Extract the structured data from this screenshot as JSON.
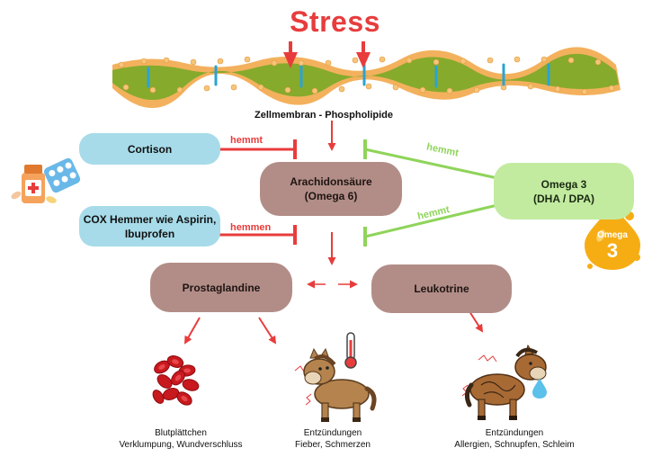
{
  "title": "Stress",
  "membrane_label": "Zellmembran - Phospholipide",
  "nodes": {
    "cortison": "Cortison",
    "cox_line1": "COX Hemmer wie Aspirin,",
    "cox_line2": "Ibuprofen",
    "arachidon_line1": "Arachidonsäure",
    "arachidon_line2": "(Omega 6)",
    "omega3_line1": "Omega 3",
    "omega3_line2": "(DHA / DPA)",
    "prostaglandine": "Prostaglandine",
    "leukotrine": "Leukotrine"
  },
  "edge_labels": {
    "cortison": "hemmt",
    "cox": "hemmen",
    "omega3_top": "hemmt",
    "omega3_bottom": "hemmt"
  },
  "drop": {
    "top": "Omega",
    "number": "3"
  },
  "captions": {
    "platelets_line1": "Blutplättchen",
    "platelets_line2": "Verklumpung, Wundverschluss",
    "inflammation1_line1": "Entzündungen",
    "inflammation1_line2": "Fieber, Schmerzen",
    "inflammation2_line1": "Entzündungen",
    "inflammation2_line2": "Allergien, Schnupfen, Schleim"
  },
  "colors": {
    "red": "#e83c3c",
    "green": "#8fd45a",
    "blue_box": "#a7dbe9",
    "rose_box": "#b28d87",
    "green_box": "#c2eba0",
    "drop": "#f6ad14"
  },
  "icons": [
    "pills-icon",
    "red-blood-cells-icon",
    "thermometer-icon",
    "sick-horse-icon",
    "allergic-horse-icon",
    "omega3-drop-icon"
  ]
}
